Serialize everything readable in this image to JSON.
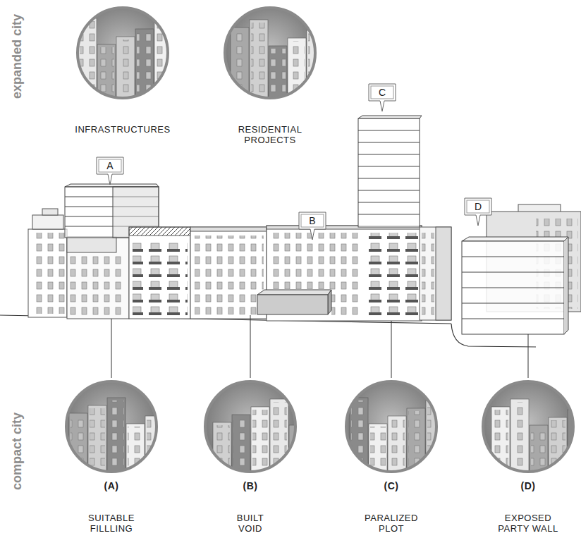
{
  "diagram": {
    "nodes": [
      {
        "text": [
          "INFRASTRUCTURES"
        ]
      },
      {
        "text": [
          "RESIDENTIAL PROJECTS"
        ]
      },
      {
        "text": [
          "A"
        ]
      },
      {
        "text": [
          "B"
        ]
      },
      {
        "text": [
          "C"
        ]
      },
      {
        "text": [
          "D"
        ]
      },
      {
        "text": [
          "(A)",
          "SUITABLE FILLLING"
        ]
      },
      {
        "text": [
          "(B)",
          "BUILT VOID"
        ]
      },
      {
        "text": [
          "(C)",
          "PARALIZED PLOT"
        ]
      },
      {
        "text": [
          "(D)",
          "EXPOSED PARTY WALL"
        ]
      }
    ],
    "labels": [
      "expanded city",
      "compact city"
    ]
  }
}
